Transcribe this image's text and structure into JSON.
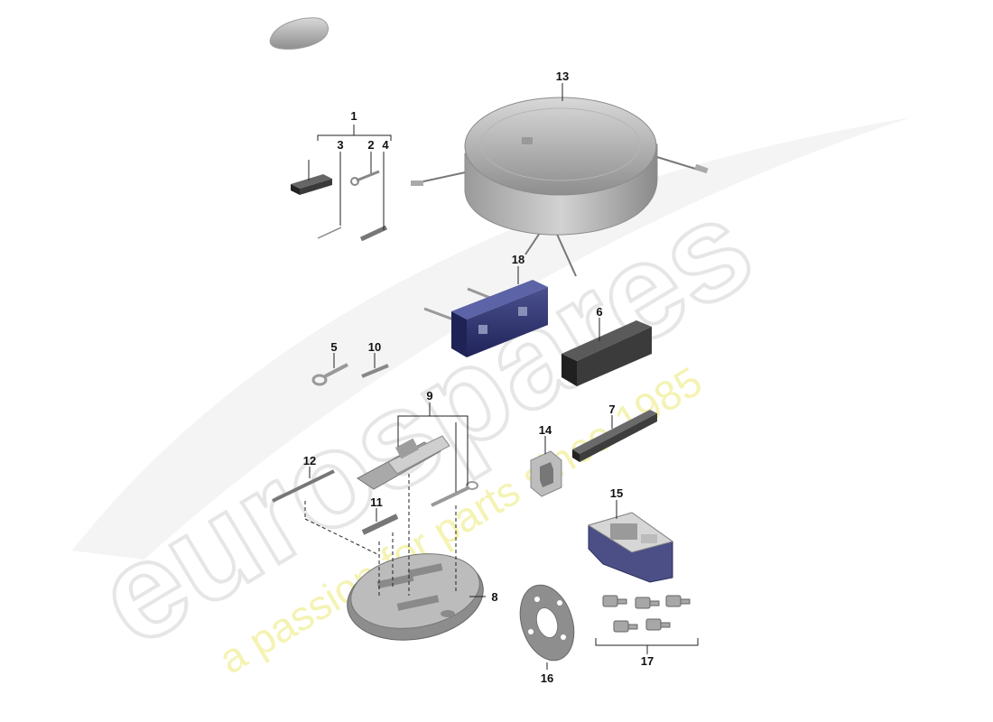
{
  "watermark": {
    "brand": "eurospares",
    "tagline": "a passion for parts since 1985",
    "color_tagline": "#f1ef9a",
    "color_brand_outline": "#e6e6e6"
  },
  "callouts": {
    "p1": "1",
    "p2": "2",
    "p3": "3",
    "p4": "4",
    "p5": "5",
    "p6": "6",
    "p7": "7",
    "p8": "8",
    "p9": "9",
    "p10": "10",
    "p11": "11",
    "p12": "12",
    "p13": "13",
    "p14": "14",
    "p15": "15",
    "p16": "16",
    "p17": "17",
    "p18": "18"
  },
  "colors": {
    "part_grey": "#bdbdbd",
    "part_dark": "#3a3a3a",
    "foam_blue": "#2c3170"
  }
}
